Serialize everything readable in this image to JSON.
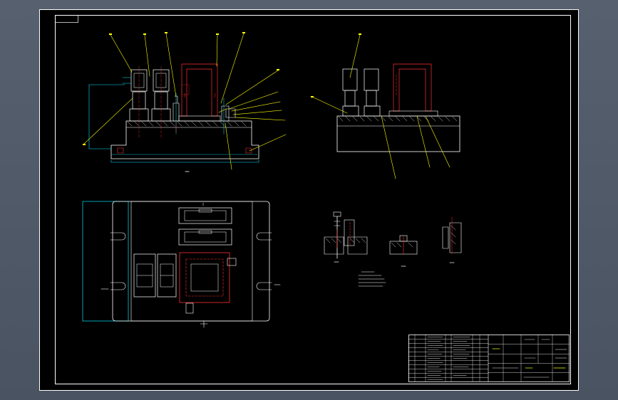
{
  "drawing": {
    "colors": {
      "background": "#000000",
      "app_frame": "#56606e",
      "outline": "#ffffff",
      "hidden_line": "#ff3030",
      "dimension": "#00e5ff",
      "leader": "#ffff00",
      "title_block": "#ffffff"
    },
    "views": [
      "front-view",
      "side-view",
      "top-view",
      "detail-view-a",
      "detail-view-b",
      "detail-view-c"
    ],
    "title_block": {
      "rows": 11,
      "columns": 8
    }
  }
}
